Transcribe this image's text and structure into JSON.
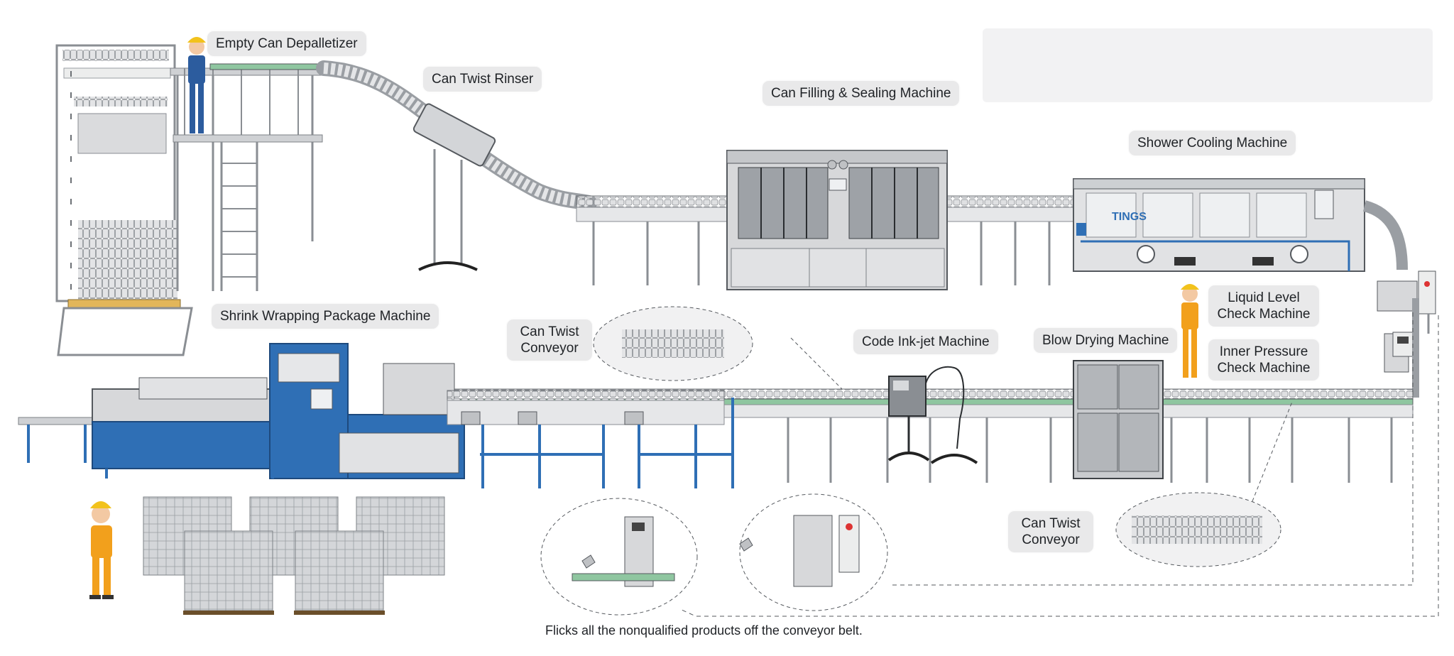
{
  "labels": {
    "depalletizer": "Empty Can Depalletizer",
    "twist_rinser": "Can Twist Rinser",
    "filling_sealing": "Can Filling & Sealing Machine",
    "shower_cooling": "Shower Cooling Machine",
    "shrink_wrapping": "Shrink Wrapping Package Machine",
    "twist_conveyor_upper": "Can Twist Conveyor",
    "code_inkjet": "Code Ink-jet Machine",
    "blow_drying": "Blow Drying Machine",
    "liquid_level": "Liquid Level Check Machine",
    "inner_pressure": "Inner Pressure Check Machine",
    "twist_conveyor_lower": "Can Twist Conveyor"
  },
  "brand": "TINGS",
  "caption": "Flicks all the nonqualified products off the conveyor belt.",
  "icons": [
    "worker-icon",
    "can-icon",
    "pallet-icon",
    "sensor-icon"
  ],
  "colors": {
    "machine_grey": "#d7d8da",
    "frame_steel": "#b9bcc0",
    "line_dark": "#55595e",
    "accent_blue": "#2f6fb5",
    "belt_green": "#8fc6a0",
    "label_bg": "#e9e9ea",
    "worker_orange": "#f2a01c",
    "worker_blue": "#2c5c9e"
  }
}
